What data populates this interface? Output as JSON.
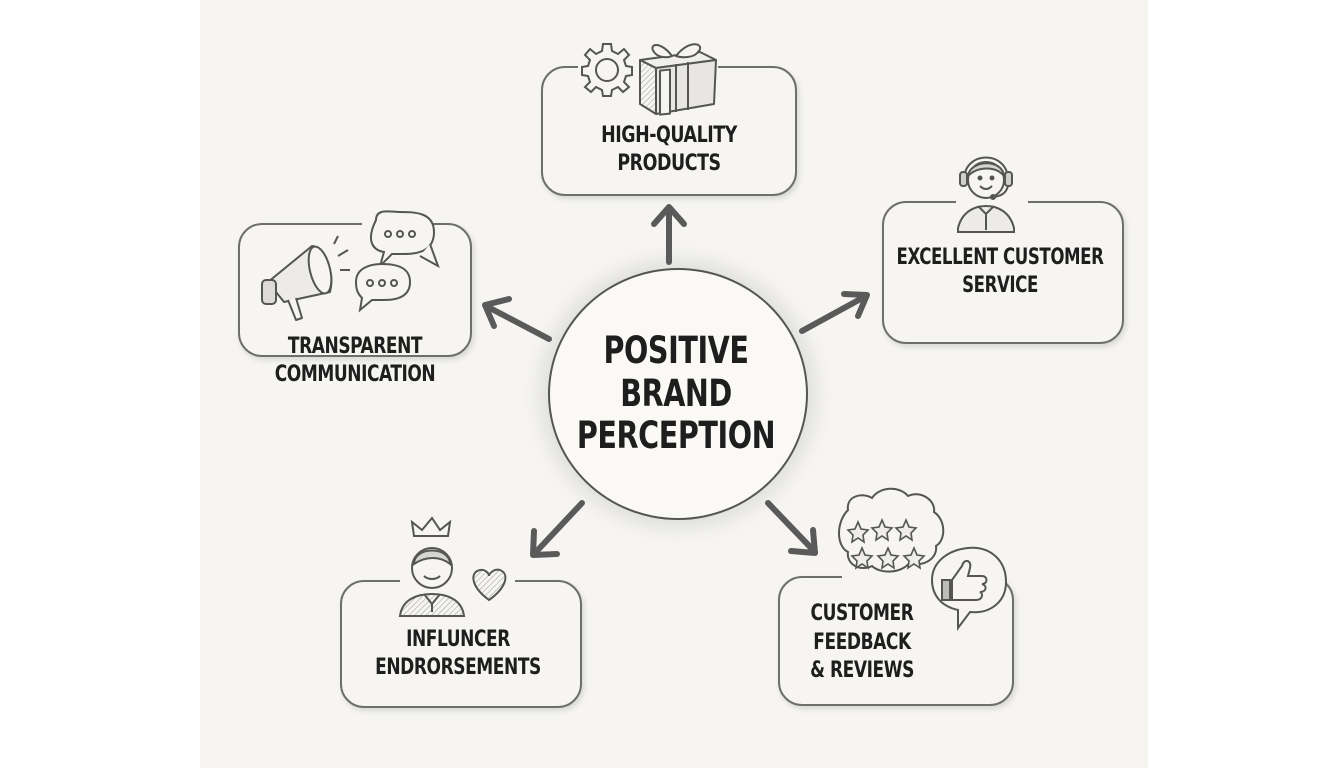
{
  "diagram": {
    "type": "hub-and-spoke mind map",
    "style": "pencil sketch",
    "center": {
      "lines": [
        "POSITIVE",
        "BRAND",
        "PERCEPTION"
      ]
    },
    "nodes": [
      {
        "id": "high-quality-products",
        "position": "top",
        "lines": [
          "HIGH-QUALITY",
          "PRODUCTS"
        ],
        "icons": [
          "gear-icon",
          "gift-box-icon"
        ]
      },
      {
        "id": "excellent-customer-service",
        "position": "right",
        "lines": [
          "EXCELLENT CUSTOMER",
          "SERVICE"
        ],
        "icons": [
          "support-agent-headset-icon"
        ]
      },
      {
        "id": "transparent-communication",
        "position": "left",
        "lines": [
          "TRANSPARENT",
          "COMMUNICATION"
        ],
        "icons": [
          "megaphone-icon",
          "speech-bubbles-icon"
        ]
      },
      {
        "id": "influencer-endorsements",
        "position": "bottom-left",
        "lines": [
          "INFLUNCER",
          "ENDRORSEMENTS"
        ],
        "icons": [
          "crowned-person-icon",
          "heart-icon"
        ]
      },
      {
        "id": "customer-feedback-reviews",
        "position": "bottom-right",
        "lines": [
          "CUSTOMER",
          "FEEDBACK",
          "& REVIEWS"
        ],
        "icons": [
          "star-rating-bubble-icon",
          "thumbs-up-bubble-icon"
        ]
      }
    ],
    "arrows": [
      {
        "from": "center",
        "to": "high-quality-products",
        "direction": "up"
      },
      {
        "from": "center",
        "to": "excellent-customer-service",
        "direction": "up-right"
      },
      {
        "from": "center",
        "to": "transparent-communication",
        "direction": "up-left"
      },
      {
        "from": "center",
        "to": "influencer-endorsements",
        "direction": "down-left"
      },
      {
        "from": "center",
        "to": "customer-feedback-reviews",
        "direction": "down-right"
      }
    ],
    "colors": {
      "paper": "#f6f5f1",
      "outside": "#ffffff",
      "ink": "#1e1e1e",
      "stroke": "#6e6e6e"
    }
  }
}
